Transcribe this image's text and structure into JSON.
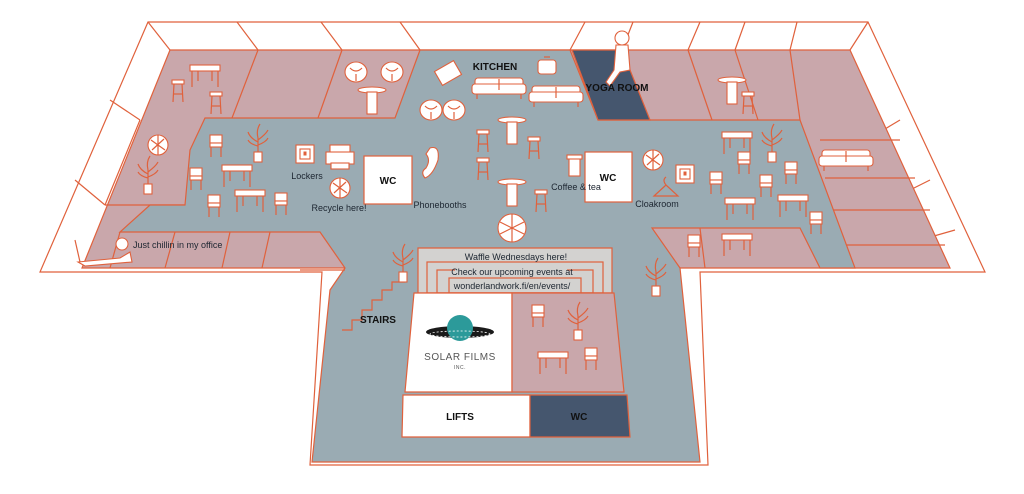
{
  "map": {
    "rooms": {
      "kitchen": "KITCHEN",
      "yoga_room": "YOGA ROOM",
      "wc_left": "WC",
      "wc_right": "WC",
      "wc_bottom": "WC",
      "stairs": "STAIRS",
      "lifts": "LIFTS"
    },
    "labels": {
      "lockers": "Lockers",
      "recycle": "Recycle here!",
      "phonebooths": "Phonebooths",
      "coffee": "Coffee & tea",
      "cloakroom": "Cloakroom",
      "chillin": "Just chillin in my office"
    },
    "banner": {
      "line1": "Waffle Wednesdays here!",
      "line2": "Check our upcoming events at",
      "line3": "wonderlandwork.fi/en/events/"
    },
    "tenant_logo": {
      "name": "SOLAR FILMS",
      "suffix": "INC."
    },
    "colors": {
      "floor": "#9aabb3",
      "room": "#c9a7ab",
      "dark_room": "#45566e",
      "outline": "#e0613c"
    }
  }
}
